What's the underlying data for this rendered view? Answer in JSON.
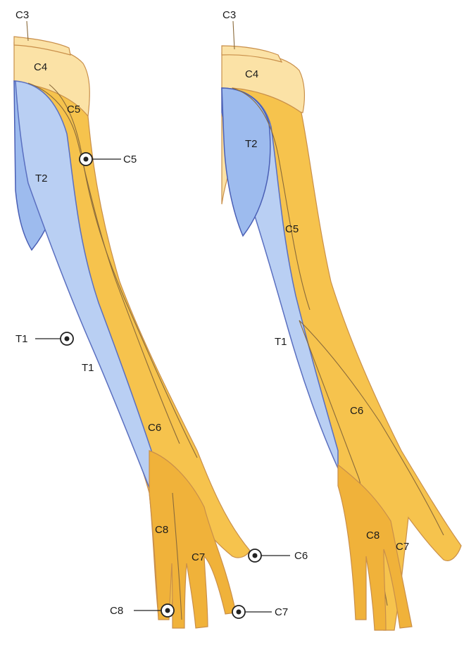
{
  "left_figure": {
    "labels": {
      "c3": "C3",
      "c4": "C4",
      "c5": "C5",
      "t2": "T2",
      "t1": "T1",
      "c6": "C6",
      "c8": "C8",
      "c7": "C7"
    },
    "callouts": {
      "c5": "C5",
      "t1": "T1",
      "c6": "C6",
      "c8": "C8",
      "c7": "C7"
    }
  },
  "right_figure": {
    "labels": {
      "c3": "C3",
      "c4": "C4",
      "t2": "T2",
      "c5": "C5",
      "t1": "T1",
      "c6": "C6",
      "c8": "C8",
      "c7": "C7"
    }
  },
  "colors": {
    "pale_yellow": "#fbe2a6",
    "yellow": "#f6c34d",
    "orange": "#f0b23a",
    "light_blue": "#b9cff3",
    "blue": "#9dbbee",
    "outline": "#c98f4a"
  }
}
